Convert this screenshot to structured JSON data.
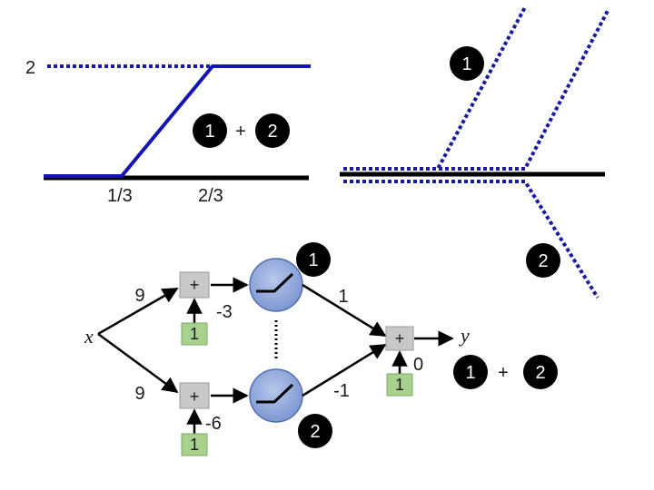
{
  "top_left": {
    "y_label": "2",
    "x_tick_1": "1/3",
    "x_tick_2": "2/3",
    "badge_1": "1",
    "plus": "+",
    "badge_2": "2"
  },
  "top_right": {
    "badge_1": "1",
    "badge_2": "2"
  },
  "network": {
    "input_var": "x",
    "output_var": "y",
    "weight_in_top": "9",
    "weight_in_bottom": "9",
    "bias_top": "-3",
    "bias_bottom": "-6",
    "bias_box_top": "1",
    "bias_box_bottom": "1",
    "sum_top": "+",
    "sum_bottom": "+",
    "sum_out": "+",
    "weight_out_top": "1",
    "weight_out_bottom": "-1",
    "bias_out": "0",
    "bias_box_out": "1",
    "badge_top": "1",
    "badge_bottom": "2"
  },
  "bottom_right": {
    "badge_1": "1",
    "plus": "+",
    "badge_2": "2"
  },
  "colors": {
    "line_blue": "#1414b4",
    "dotted_blue": "#1a1aa0",
    "badge": "#000000",
    "box_gray": "#c8c8c8",
    "box_green": "#a9d18e",
    "relu_fill": "#8fa9dc"
  }
}
